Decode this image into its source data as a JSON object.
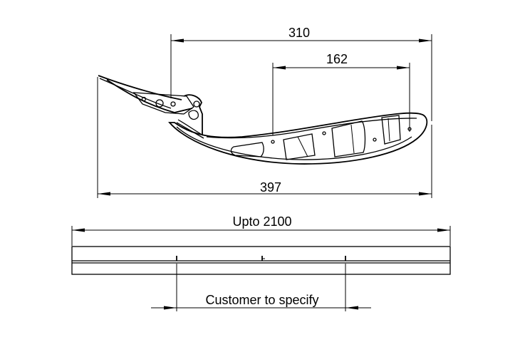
{
  "profile_view": {
    "dim_top_overall": "310",
    "dim_top_inner": "162",
    "dim_overall_width": "397"
  },
  "length_view": {
    "dim_length": "Upto 2100",
    "dim_bracket_spacing": "Customer to specify"
  }
}
